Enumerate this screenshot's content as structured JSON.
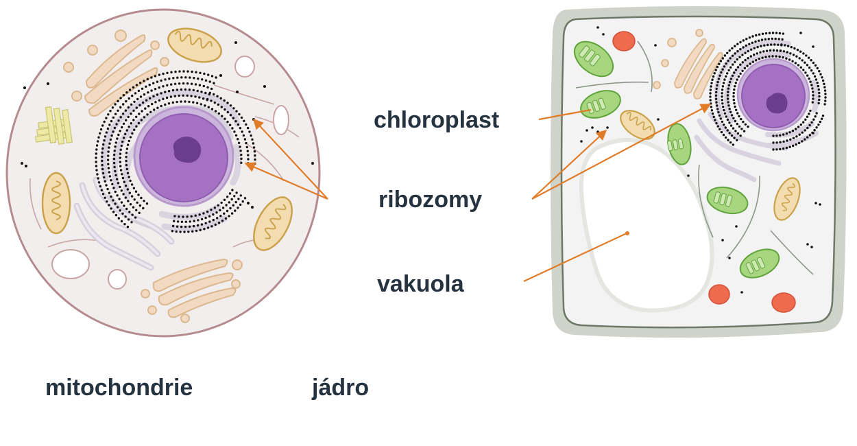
{
  "labels": {
    "chloroplast": "chloroplast",
    "ribosomes": "ribozomy",
    "vacuole": "vakuola",
    "mitochondria": "mitochondrie",
    "nucleus": "jádro"
  },
  "colors": {
    "label_text": "#25323f",
    "arrow": "#e07b27",
    "animal_membrane": "#b58b8f",
    "animal_cytoplasm": "#f3eeee",
    "plant_wall": "#cfd3ca",
    "plant_membrane": "#6f7868",
    "plant_cytoplasm": "#f2f3f2",
    "nucleus": "#a471c3",
    "nucleolus": "#6c3d8e",
    "er": "#dcd6e3",
    "golgi": "#f1d9c2",
    "mitochondrion": "#f3dcb0",
    "chloroplast": "#a8d680",
    "red_body": "#ee6b4d"
  }
}
